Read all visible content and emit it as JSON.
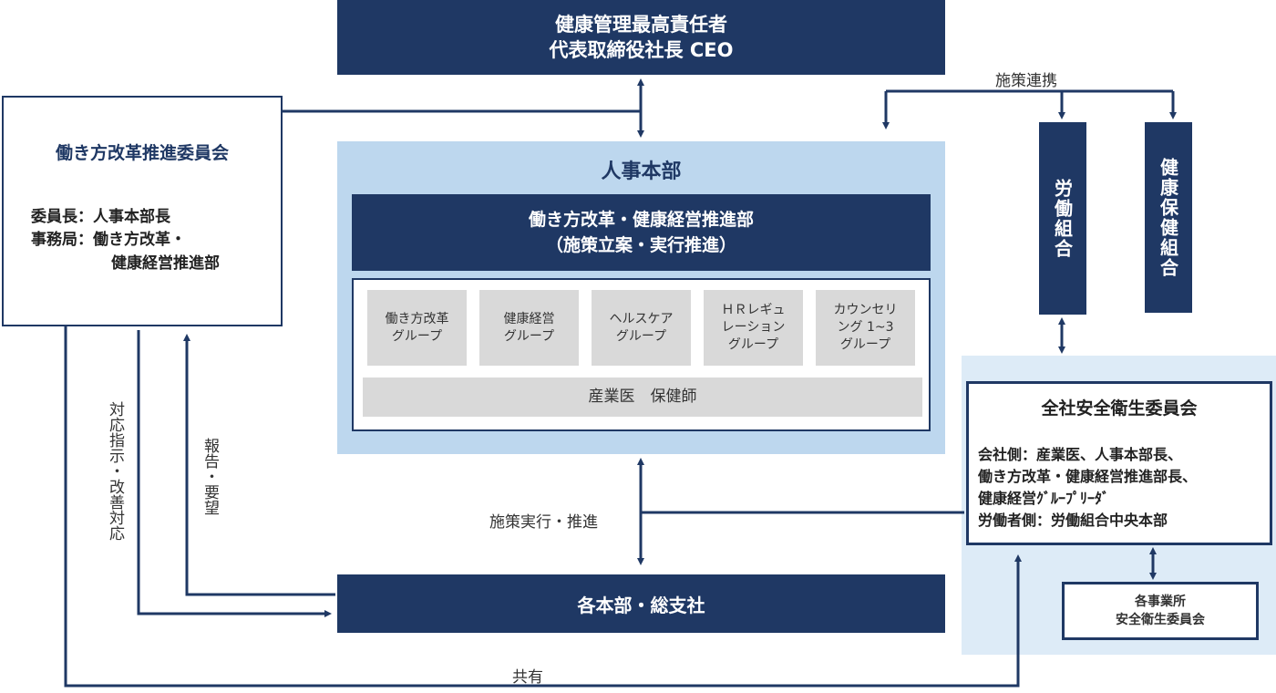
{
  "ceo": {
    "line1": "健康管理最高責任者",
    "line2": "代表取締役社長 CEO"
  },
  "committee": {
    "title": "働き方改革推進委員会",
    "line1": "委員長：人事本部長",
    "line2": "事務局：働き方改革・",
    "line3": "健康経営推進部"
  },
  "hr": {
    "title": "人事本部",
    "dept_line1": "働き方改革・健康経営推進部",
    "dept_line2": "（施策立案・実行推進）",
    "groups": [
      {
        "l1": "働き方改革",
        "l2": "グループ",
        "l3": ""
      },
      {
        "l1": "健康経営",
        "l2": "グループ",
        "l3": ""
      },
      {
        "l1": "ヘルスケア",
        "l2": "グループ",
        "l3": ""
      },
      {
        "l1": "ＨＲレギュ",
        "l2": "レーション",
        "l3": "グループ"
      },
      {
        "l1": "カウンセリ",
        "l2": "ング 1~3",
        "l3": "グループ"
      }
    ],
    "medical": "産業医　保健師"
  },
  "branches": "各本部・総支社",
  "union": "労働組合",
  "health_insurance": "健康保健組合",
  "safety": {
    "title": "全社安全衛生委員会",
    "line1": "会社側：産業医、人事本部長、",
    "line2": "働き方改革・健康経営推進部長、",
    "line3": "健康経営ｸﾞﾙｰﾌﾟﾘｰﾀﾞ",
    "line4": "労働者側：労働組合中央本部",
    "site_line1": "各事業所",
    "site_line2": "安全衛生委員会"
  },
  "labels": {
    "coordination": "施策連携",
    "execution": "施策実行・推進",
    "instruction": "対応指示・改善対応",
    "report": "報告・要望",
    "share": "共有"
  },
  "colors": {
    "navy": "#1f3864",
    "hr_panel": "#bdd7ee",
    "safety_panel": "#ddebf7",
    "group": "#d9d9d9"
  }
}
